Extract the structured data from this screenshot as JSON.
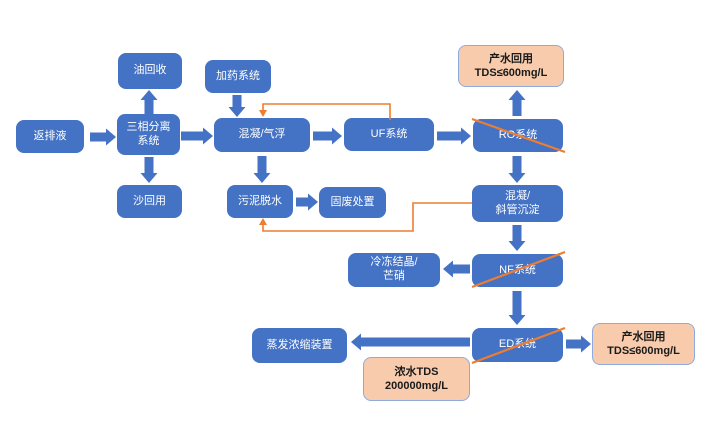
{
  "colors": {
    "node_fill": "#4472C4",
    "node_text": "#FFFFFF",
    "note_fill": "#F8CBAD",
    "note_border": "#8FAADC",
    "connector_orange": "#ED7D31"
  },
  "nodes": {
    "flowback": {
      "label": "返排液"
    },
    "three_phase": {
      "line1": "三相分离",
      "line2": "系统"
    },
    "oil_recovery": {
      "label": "油回收"
    },
    "sand_reuse": {
      "label": "沙回用"
    },
    "dosing": {
      "label": "加药系统"
    },
    "coag_flotation": {
      "label": "混凝/气浮"
    },
    "uf": {
      "label": "UF系统"
    },
    "ro": {
      "label": "RO系统"
    },
    "sludge_dewater": {
      "label": "污泥脱水"
    },
    "solid_waste": {
      "label": "固废处置"
    },
    "coag_sediment": {
      "line1": "混凝/",
      "line2": "斜管沉淀"
    },
    "nf": {
      "label": "NF系统"
    },
    "freeze_crystal": {
      "line1": "冷冻结晶/",
      "line2": "芒硝"
    },
    "ed": {
      "label": "ED系统"
    },
    "evaporator": {
      "label": "蒸发浓缩装置"
    },
    "reuse_top": {
      "line1": "产水回用",
      "line2": "TDS≤600mg/L"
    },
    "reuse_bottom": {
      "line1": "产水回用",
      "line2": "TDS≤600mg/L"
    },
    "concentrate_note": {
      "line1": "浓水TDS",
      "line2": "200000mg/L"
    }
  },
  "crossed_out_nodes": [
    "RO系统",
    "NF系统",
    "ED系统"
  ]
}
